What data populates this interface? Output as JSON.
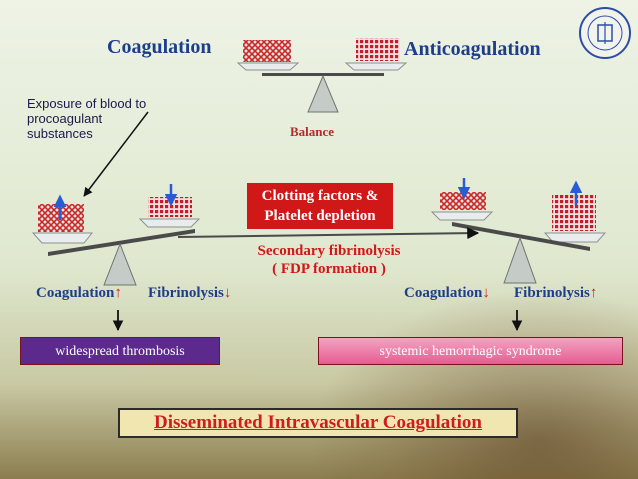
{
  "top": {
    "coagulation_label": "Coagulation",
    "anticoagulation_label": "Anticoagulation",
    "balance_label": "Balance"
  },
  "exposure_text": "Exposure of blood to procoagulant substances",
  "center": {
    "clotting_line1": "Clotting factors &",
    "clotting_line2": "Platelet depletion",
    "fibrinolysis_line1": "Secondary fibrinolysis",
    "fibrinolysis_line2": "( FDP formation )"
  },
  "left_side": {
    "coagulation_label": "Coagulation",
    "coagulation_arrow": "↑",
    "fibrinolysis_label": "Fibrinolysis",
    "fibrinolysis_arrow": "↓",
    "outcome": "widespread thrombosis"
  },
  "right_side": {
    "coagulation_label": "Coagulation",
    "coagulation_arrow": "↓",
    "fibrinolysis_label": "Fibrinolysis",
    "fibrinolysis_arrow": "↑",
    "outcome": "systemic hemorrhagic syndrome"
  },
  "dic_title": "Disseminated Intravascular Coagulation",
  "colors": {
    "title_blue": "#1d3f8a",
    "red_box": "#d01818",
    "purple_box": "#5c2a8c",
    "pink_box": "#e96a9c",
    "arrow_blue": "#2a5bd6"
  },
  "icons": [
    "university-seal-icon",
    "balance-scale-icon",
    "arrow-icon"
  ]
}
